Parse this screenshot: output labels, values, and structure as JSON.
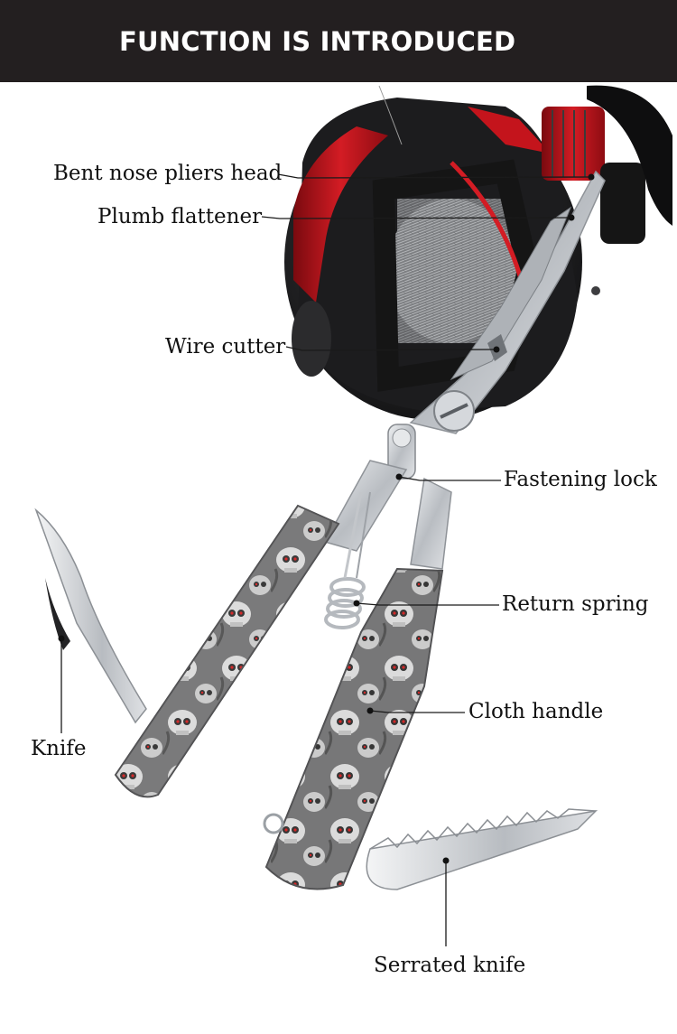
{
  "header": {
    "title": "FUNCTION IS INTRODUCED"
  },
  "labels": {
    "bent_nose": "Bent nose pliers head",
    "plumb": "Plumb flattener",
    "wire_cutter": "Wire cutter",
    "fastening_lock": "Fastening lock",
    "return_spring": "Return spring",
    "cloth_handle": "Cloth handle",
    "knife": "Knife",
    "serrated_knife": "Serrated knife"
  },
  "colors": {
    "header_bg": "#231f20",
    "reel_red": "#c4141c",
    "reel_black": "#1c1c1e",
    "steel": "#c9ccd0",
    "skull_eye": "#d21a1a"
  }
}
